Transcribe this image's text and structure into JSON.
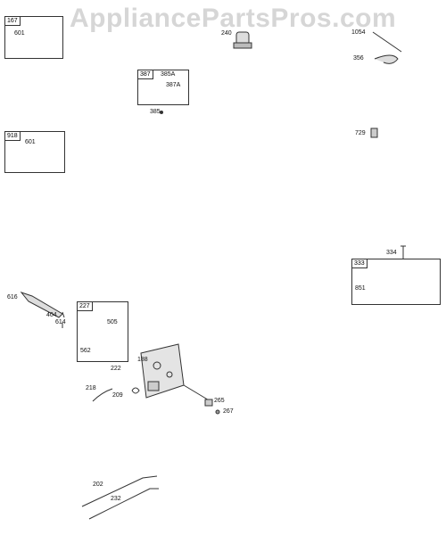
{
  "watermark": "AppliancePartsPros.com",
  "boxes": {
    "b167": "167",
    "b387": "387",
    "b918": "918",
    "b333": "333",
    "b227": "227"
  },
  "parts": {
    "p601a": "601",
    "p601b": "601",
    "p240": "240",
    "p1054": "1054",
    "p356": "356",
    "p385A": "385A",
    "p387A": "387A",
    "p385": "385",
    "p729": "729",
    "p334": "334",
    "p851": "851",
    "p616": "616",
    "p404": "404",
    "p614": "614",
    "p505": "505",
    "p562": "562",
    "p188": "188",
    "p222": "222",
    "p218": "218",
    "p209": "209",
    "p265": "265",
    "p267": "267",
    "p202": "202",
    "p232": "232"
  }
}
